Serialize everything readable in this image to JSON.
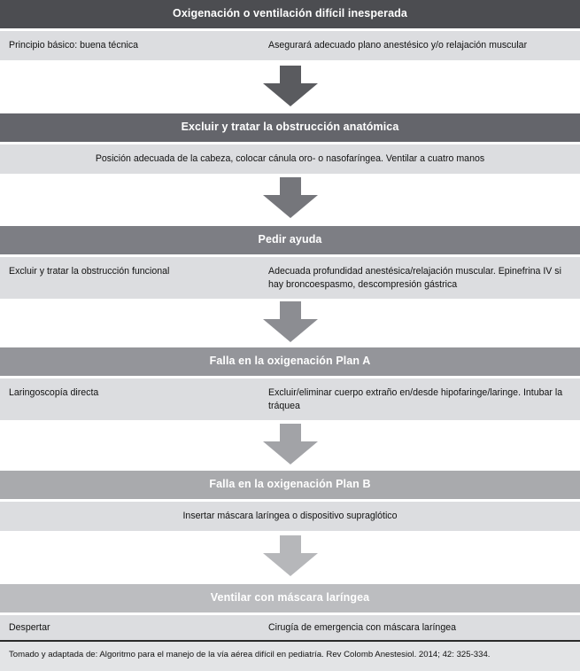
{
  "figure": {
    "type": "flowchart",
    "language": "es",
    "title": "Oxigenación o ventilación difícil inesperada",
    "orientation": "vertical-top-down"
  },
  "palette": {
    "header_1": "#4c4d51",
    "header_2": "#64656b",
    "header_3": "#7d7e84",
    "header_4": "#94959a",
    "header_5": "#a9aaad",
    "header_6": "#bcbdc0",
    "arrow_1": "#5a5b5f",
    "arrow_2": "#75767b",
    "arrow_3": "#8c8d92",
    "arrow_4": "#a2a3a7",
    "arrow_5": "#b6b7ba",
    "detail_band": "#dcdde0",
    "footer_band": "#e3e4e6",
    "header_text": "#ffffff",
    "body_text": "#111111"
  },
  "stages": [
    {
      "header": "Oxigenación o ventilación difícil inesperada",
      "layout": "two-column",
      "left": "Principio básico: buena técnica",
      "right": "Asegurará adecuado plano anestésico y/o relajación muscular"
    },
    {
      "header": "Excluir y tratar la obstrucción anatómica",
      "layout": "centered",
      "center": "Posición adecuada de la cabeza, colocar cánula oro- o nasofaríngea. Ventilar a cuatro manos"
    },
    {
      "header": "Pedir ayuda",
      "layout": "two-column",
      "left": "Excluir y tratar la obstrucción funcional",
      "right": "Adecuada profundidad anestésica/relajación muscular. Epinefrina IV si hay broncoespasmo, descompresión gástrica"
    },
    {
      "header": "Falla en la oxigenación Plan A",
      "layout": "two-column",
      "left": "Laringoscopía directa",
      "right": "Excluir/eliminar cuerpo extraño en/desde hipofaringe/laringe. Intubar la tráquea"
    },
    {
      "header": "Falla en la oxigenación Plan B",
      "layout": "centered",
      "center": "Insertar máscara laríngea o dispositivo supraglótico"
    },
    {
      "header": "Ventilar con máscara laríngea",
      "layout": "two-column",
      "left": "Despertar",
      "right": "Cirugía de emergencia con máscara laríngea"
    }
  ],
  "arrows": [
    {
      "name": "down-arrow-1",
      "from": "Oxigenación o ventilación difícil inesperada",
      "to": "Excluir y tratar la obstrucción anatómica"
    },
    {
      "name": "down-arrow-2",
      "from": "Excluir y tratar la obstrucción anatómica",
      "to": "Pedir ayuda"
    },
    {
      "name": "down-arrow-3",
      "from": "Pedir ayuda",
      "to": "Falla en la oxigenación Plan A"
    },
    {
      "name": "down-arrow-4",
      "from": "Falla en la oxigenación Plan A",
      "to": "Falla en la oxigenación Plan B"
    },
    {
      "name": "down-arrow-5",
      "from": "Falla en la oxigenación Plan B",
      "to": "Ventilar con máscara laríngea"
    }
  ],
  "footer": {
    "source_note": "Tomado y adaptada de: Algoritmo para el manejo de la vía aérea difícil en pediatría. Rev Colomb Anestesiol. 2014; 42: 325-334."
  }
}
